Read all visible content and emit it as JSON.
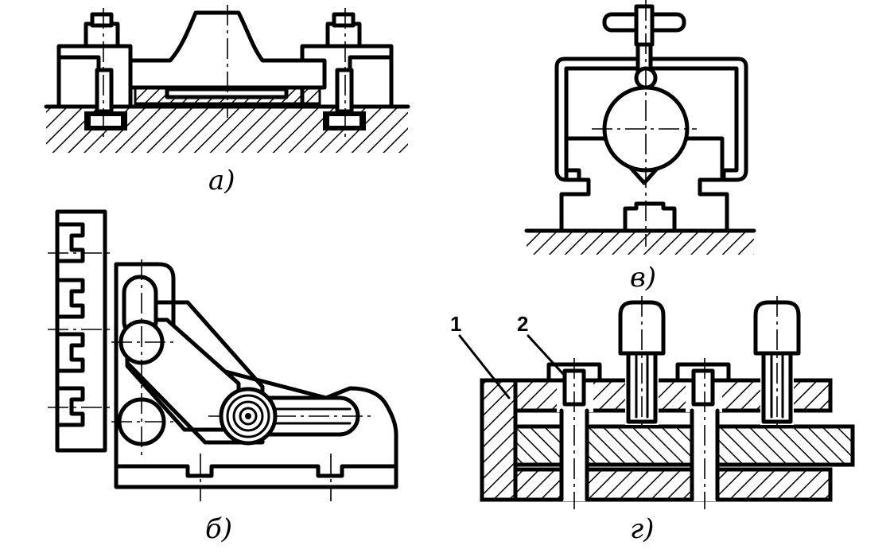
{
  "figure": {
    "panels": [
      {
        "key": "a",
        "caption": "а)"
      },
      {
        "key": "b",
        "caption": "б)"
      },
      {
        "key": "v",
        "caption": "в)"
      },
      {
        "key": "g",
        "caption": "г)"
      }
    ],
    "callouts": [
      {
        "label": "1"
      },
      {
        "label": "2"
      }
    ]
  }
}
